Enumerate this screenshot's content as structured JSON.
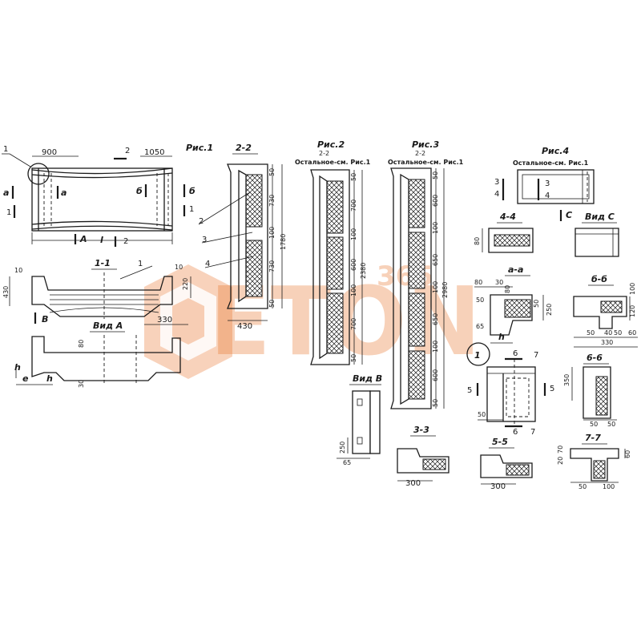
{
  "figures": {
    "fig1": {
      "title": "Рис.1",
      "dims": [
        "900",
        "1050"
      ],
      "marks": [
        "a",
        "a",
        "б",
        "б",
        "1",
        "1",
        "2",
        "2",
        "A",
        "l"
      ],
      "callout": "1"
    },
    "section_1_1": {
      "title": "1-1",
      "dims": [
        "10",
        "430",
        "10",
        "220",
        "330"
      ],
      "marks": [
        "1",
        "B"
      ]
    },
    "view_a": {
      "title": "Вид А",
      "dims": [
        "80",
        "30",
        "h",
        "e",
        "h"
      ]
    },
    "section_2_2": {
      "title": "2-2",
      "dims_side": [
        "50",
        "730",
        "100",
        "1780",
        "730",
        "50"
      ],
      "width": "430",
      "leaders": [
        "2",
        "3",
        "4"
      ]
    },
    "fig2": {
      "title": "Рис.2",
      "subtitle": "2-2",
      "note": "Остальное-см. Рис.1",
      "dims_side": [
        "50",
        "700",
        "100",
        "600",
        "2380",
        "100",
        "700",
        "50"
      ]
    },
    "fig3": {
      "title": "Рис.3",
      "subtitle": "2-2",
      "note": "Остальное-см. Рис.1",
      "dims_side": [
        "50",
        "600",
        "100",
        "650",
        "2980",
        "100",
        "650",
        "100",
        "600",
        "50"
      ]
    },
    "fig4": {
      "title": "Рис.4",
      "note": "Остальное-см. Рис.1",
      "marks": [
        "3",
        "3",
        "4",
        "4",
        "C"
      ]
    },
    "section_4_4": {
      "title": "4-4",
      "dims": [
        "80"
      ]
    },
    "view_c": {
      "title": "Вид С"
    },
    "section_a_a": {
      "title": "а-а",
      "dims": [
        "80",
        "30",
        "50",
        "80",
        "50",
        "250",
        "65",
        "h"
      ]
    },
    "section_b_b": {
      "title": "б-б",
      "dims": [
        "100",
        "120",
        "50",
        "40",
        "50",
        "60",
        "330"
      ]
    },
    "view_b": {
      "title": "Вид В",
      "dims": [
        "250",
        "65"
      ]
    },
    "section_3_3": {
      "title": "3-3",
      "dims": [
        "300"
      ]
    },
    "detail_1": {
      "callout": "1",
      "marks": [
        "5",
        "5",
        "6",
        "6",
        "7",
        "7",
        "50"
      ]
    },
    "section_6_6": {
      "title": "6-6",
      "dims": [
        "350",
        "50",
        "50"
      ]
    },
    "section_5_5": {
      "title": "5-5",
      "dims": [
        "300"
      ]
    },
    "section_7_7": {
      "title": "7-7",
      "dims": [
        "20",
        "70",
        "60",
        "50",
        "100"
      ]
    }
  },
  "watermark": {
    "text": "ETON",
    "badge": "365",
    "color": "#e8742a"
  }
}
